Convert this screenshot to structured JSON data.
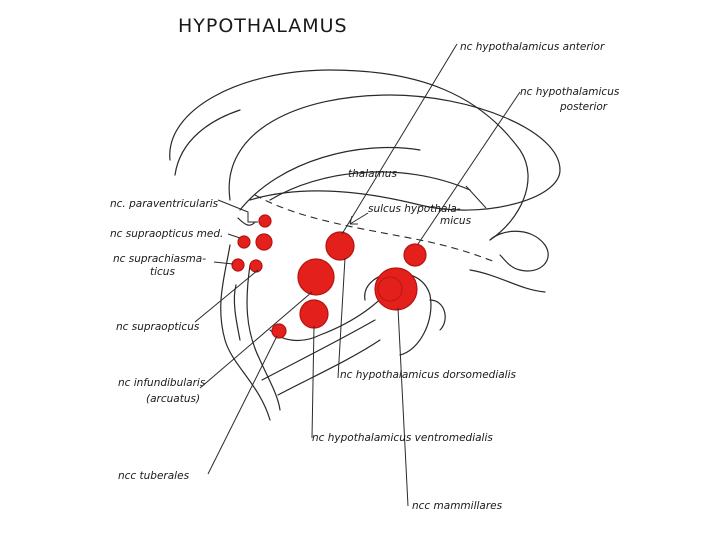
{
  "title": "HYPOTHALAMUS",
  "labels": {
    "nc_hypothalamicus_anterior": "nc hypothalamicus anterior",
    "nc_hypothalamicus_posterior_line1": "nc hypothalamicus",
    "nc_hypothalamicus_posterior_line2": "posterior",
    "thalamus": "thalamus",
    "sulcus_line1": "sulcus hypothala-",
    "sulcus_line2": "micus",
    "nc_paraventricularis": "nc. paraventricularis",
    "nc_supraopticus_med": "nc supraopticus med.",
    "nc_suprachiasmaticus_line1": "nc suprachiasma-",
    "nc_suprachiasmaticus_line2": "ticus",
    "nc_supraopticus": "nc supraopticus",
    "nc_infundibularis_line1": "nc infundibularis",
    "nc_infundibularis_line2": "(arcuatus)",
    "ncc_tuberales": "ncc tuberales",
    "nc_dorsomedialis": "nc hypothalamicus dorsomedialis",
    "nc_ventromedialis": "nc hypothalamicus ventromedialis",
    "ncc_mammillares": "ncc mammillares"
  },
  "colors": {
    "nucleus_fill": "#e3201b",
    "line": "#2a2a2a"
  }
}
